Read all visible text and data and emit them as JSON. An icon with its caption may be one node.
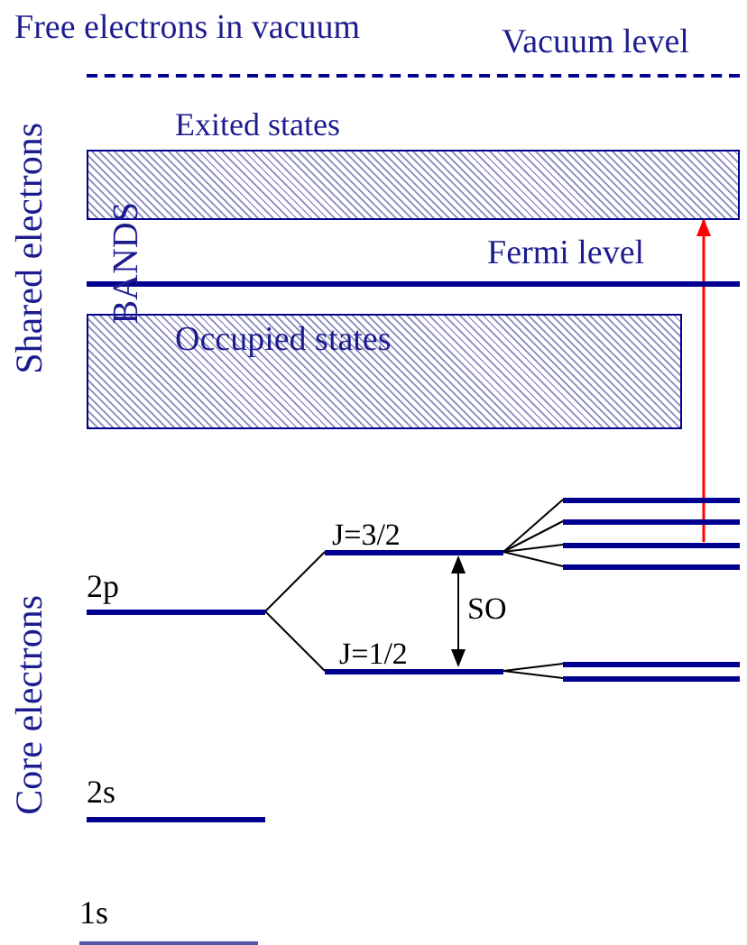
{
  "diagram": {
    "nodes": [
      {
        "text": [
          "Vacuum level"
        ]
      },
      {
        "text": [
          "Exited states"
        ]
      },
      {
        "text": [
          "Fermi level"
        ]
      },
      {
        "text": [
          "Occupied states"
        ]
      },
      {
        "text": [
          "2p"
        ]
      },
      {
        "text": [
          "J=3/2"
        ]
      },
      {
        "text": [],
        "shape": "bar"
      },
      {
        "text": [],
        "shape": "bar"
      },
      {
        "text": [],
        "shape": "bar"
      },
      {
        "text": [],
        "shape": "bar"
      },
      {
        "text": [
          "J=1/2"
        ]
      },
      {
        "text": [],
        "shape": "bar"
      },
      {
        "text": [],
        "shape": "bar"
      },
      {
        "text": [
          "2s"
        ]
      },
      {
        "text": [
          "1s"
        ]
      }
    ],
    "edges": [
      {
        "from": 4,
        "to": 5,
        "arrow": "none"
      },
      {
        "from": 4,
        "to": 10,
        "arrow": "none"
      },
      {
        "from": 5,
        "to": 6,
        "arrow": "none"
      },
      {
        "from": 5,
        "to": 7,
        "arrow": "none"
      },
      {
        "from": 5,
        "to": 8,
        "arrow": "none"
      },
      {
        "from": 5,
        "to": 9,
        "arrow": "none"
      },
      {
        "from": 10,
        "to": 11,
        "arrow": "none"
      },
      {
        "from": 10,
        "to": 12,
        "arrow": "none"
      },
      {
        "from": 8,
        "to": 1,
        "arrow": "to",
        "color": "#ff0000"
      },
      {
        "from": 5,
        "to": 10,
        "arrow": "both",
        "label": "SO"
      }
    ],
    "labels": [
      "Free electrons in vacuum",
      "Shared electrons",
      "BANDS",
      "Core electrons"
    ]
  }
}
